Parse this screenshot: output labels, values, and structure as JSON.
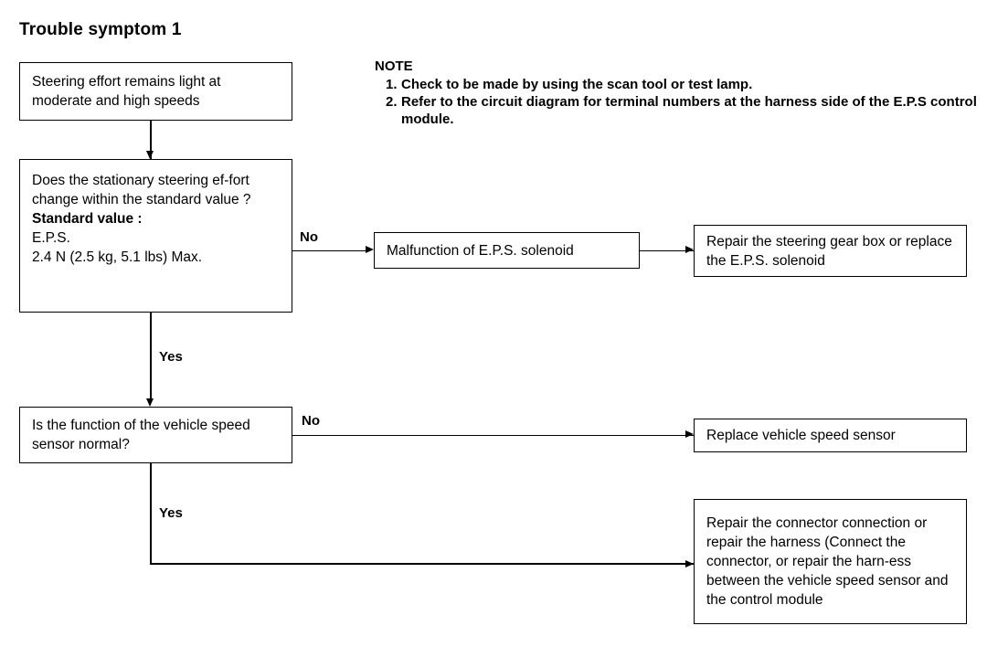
{
  "title": "Trouble symptom 1",
  "note": {
    "heading": "NOTE",
    "items": [
      {
        "num": "1.",
        "text": "Check to be made by using the scan tool or test lamp."
      },
      {
        "num": "2.",
        "text": "Refer to the circuit diagram for terminal numbers at the harness side of the E.P.S control module."
      }
    ]
  },
  "nodes": {
    "symptom": {
      "text": "Steering effort remains light at moderate and high speeds"
    },
    "decision_effort": {
      "question": "Does the stationary steering ef-fort change within the standard value ?",
      "standard_label": "Standard value :",
      "standard_line1": "E.P.S.",
      "standard_line2": "2.4 N (2.5 kg, 5.1 lbs) Max."
    },
    "malfunction_solenoid": {
      "text": "Malfunction of E.P.S. solenoid"
    },
    "repair_gear_box": {
      "text": "Repair the steering gear box or replace the E.P.S. solenoid"
    },
    "decision_vss": {
      "text": "Is the function of the vehicle speed sensor normal?"
    },
    "replace_vss": {
      "text": "Replace vehicle speed sensor"
    },
    "repair_connector": {
      "text": "Repair the connector connection or repair the harness  (Connect the connector, or repair the harn-ess between the vehicle speed sensor and the control module"
    }
  },
  "edge_labels": {
    "no_effort": "No",
    "yes_effort": "Yes",
    "no_vss": "No",
    "yes_vss": "Yes"
  },
  "colors": {
    "line": "#000000",
    "background": "#ffffff",
    "text": "#000000"
  }
}
